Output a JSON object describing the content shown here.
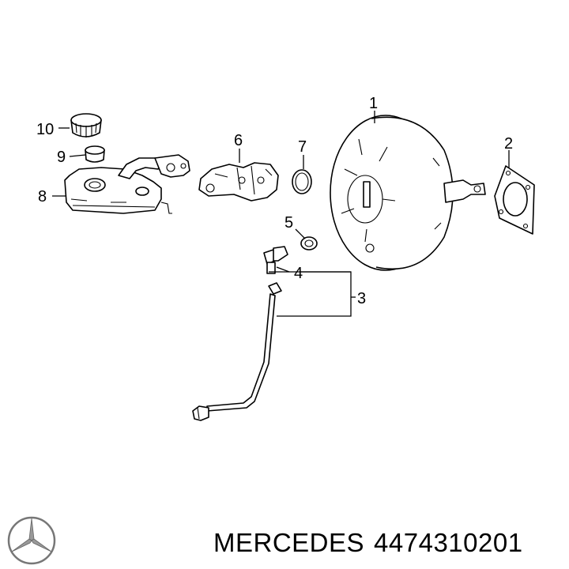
{
  "callouts": {
    "c1": "1",
    "c2": "2",
    "c3": "3",
    "c4": "4",
    "c5": "5",
    "c6": "6",
    "c7": "7",
    "c8": "8",
    "c9": "9",
    "c10": "10"
  },
  "footer": {
    "brand": "MERCEDES",
    "part_number": "4474310201",
    "logo_icon": "three-pointed-star-icon"
  },
  "colors": {
    "line": "#000000",
    "background": "#ffffff"
  }
}
